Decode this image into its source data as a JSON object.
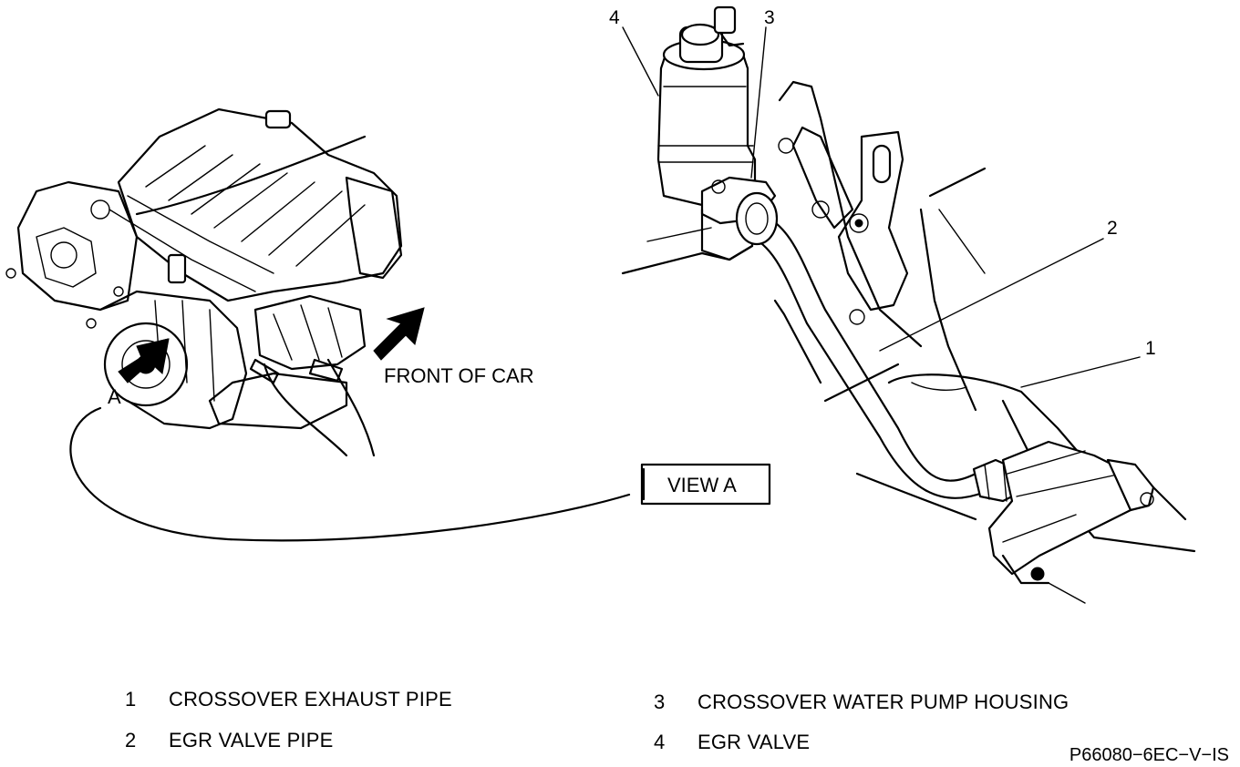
{
  "labels": {
    "front_of_car": "FRONT OF CAR",
    "view_a_point": "A",
    "view_a_box": "VIEW A"
  },
  "callouts": [
    "1",
    "2",
    "3",
    "4"
  ],
  "legend": [
    {
      "num": "1",
      "text": "CROSSOVER EXHAUST PIPE"
    },
    {
      "num": "2",
      "text": "EGR VALVE PIPE"
    },
    {
      "num": "3",
      "text": "CROSSOVER WATER PUMP HOUSING"
    },
    {
      "num": "4",
      "text": "EGR  VALVE"
    }
  ],
  "figure_code": "P66080−6EC−V−IS"
}
